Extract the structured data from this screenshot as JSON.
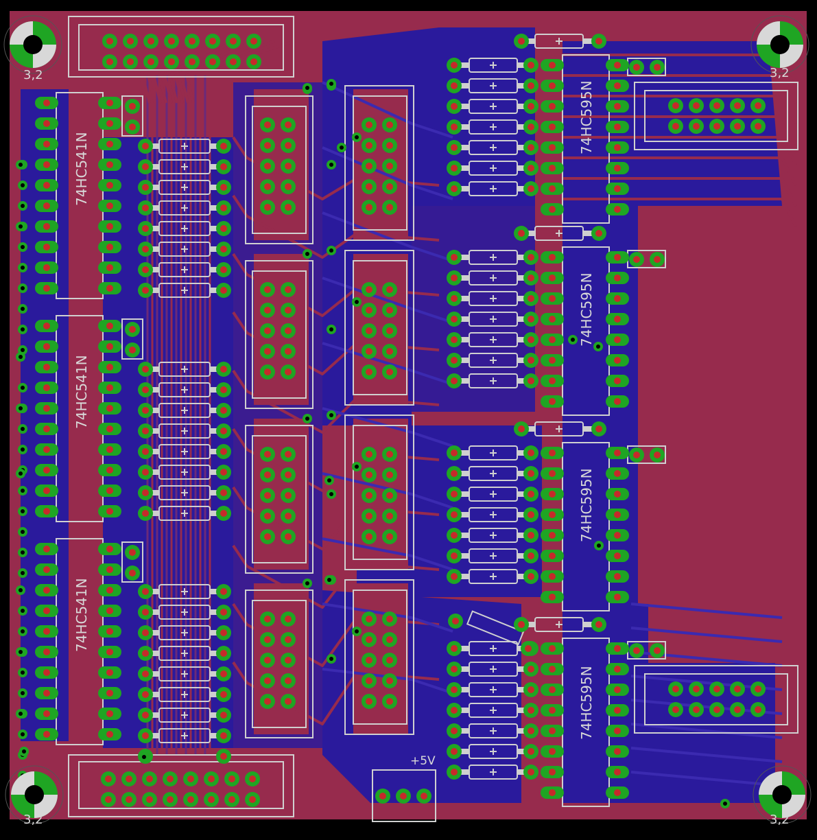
{
  "board": {
    "colors": {
      "background": "#000000",
      "top_copper": "#972b4d",
      "bottom_copper": "#2a1a9c",
      "silkscreen": "#d0d0d0",
      "pad_green": "#1fa523",
      "via_red": "#c62a2a",
      "hole": "#000000"
    }
  },
  "labels": {
    "ic_74hc541_a": "74HC541N",
    "ic_74hc541_b": "74HC541N",
    "ic_74hc541_c": "74HC541N",
    "ic_74hc595_a": "74HC595N",
    "ic_74hc595_b": "74HC595N",
    "ic_74hc595_c": "74HC595N",
    "ic_74hc595_d": "74HC595N",
    "power": "+5V",
    "hole_tl": "3,2",
    "hole_tr": "3,2",
    "hole_bl": "3,2",
    "hole_br": "3,2"
  },
  "icons": [
    "mounting-hole-icon",
    "ic-package-icon",
    "resistor-icon",
    "header-connector-icon"
  ]
}
